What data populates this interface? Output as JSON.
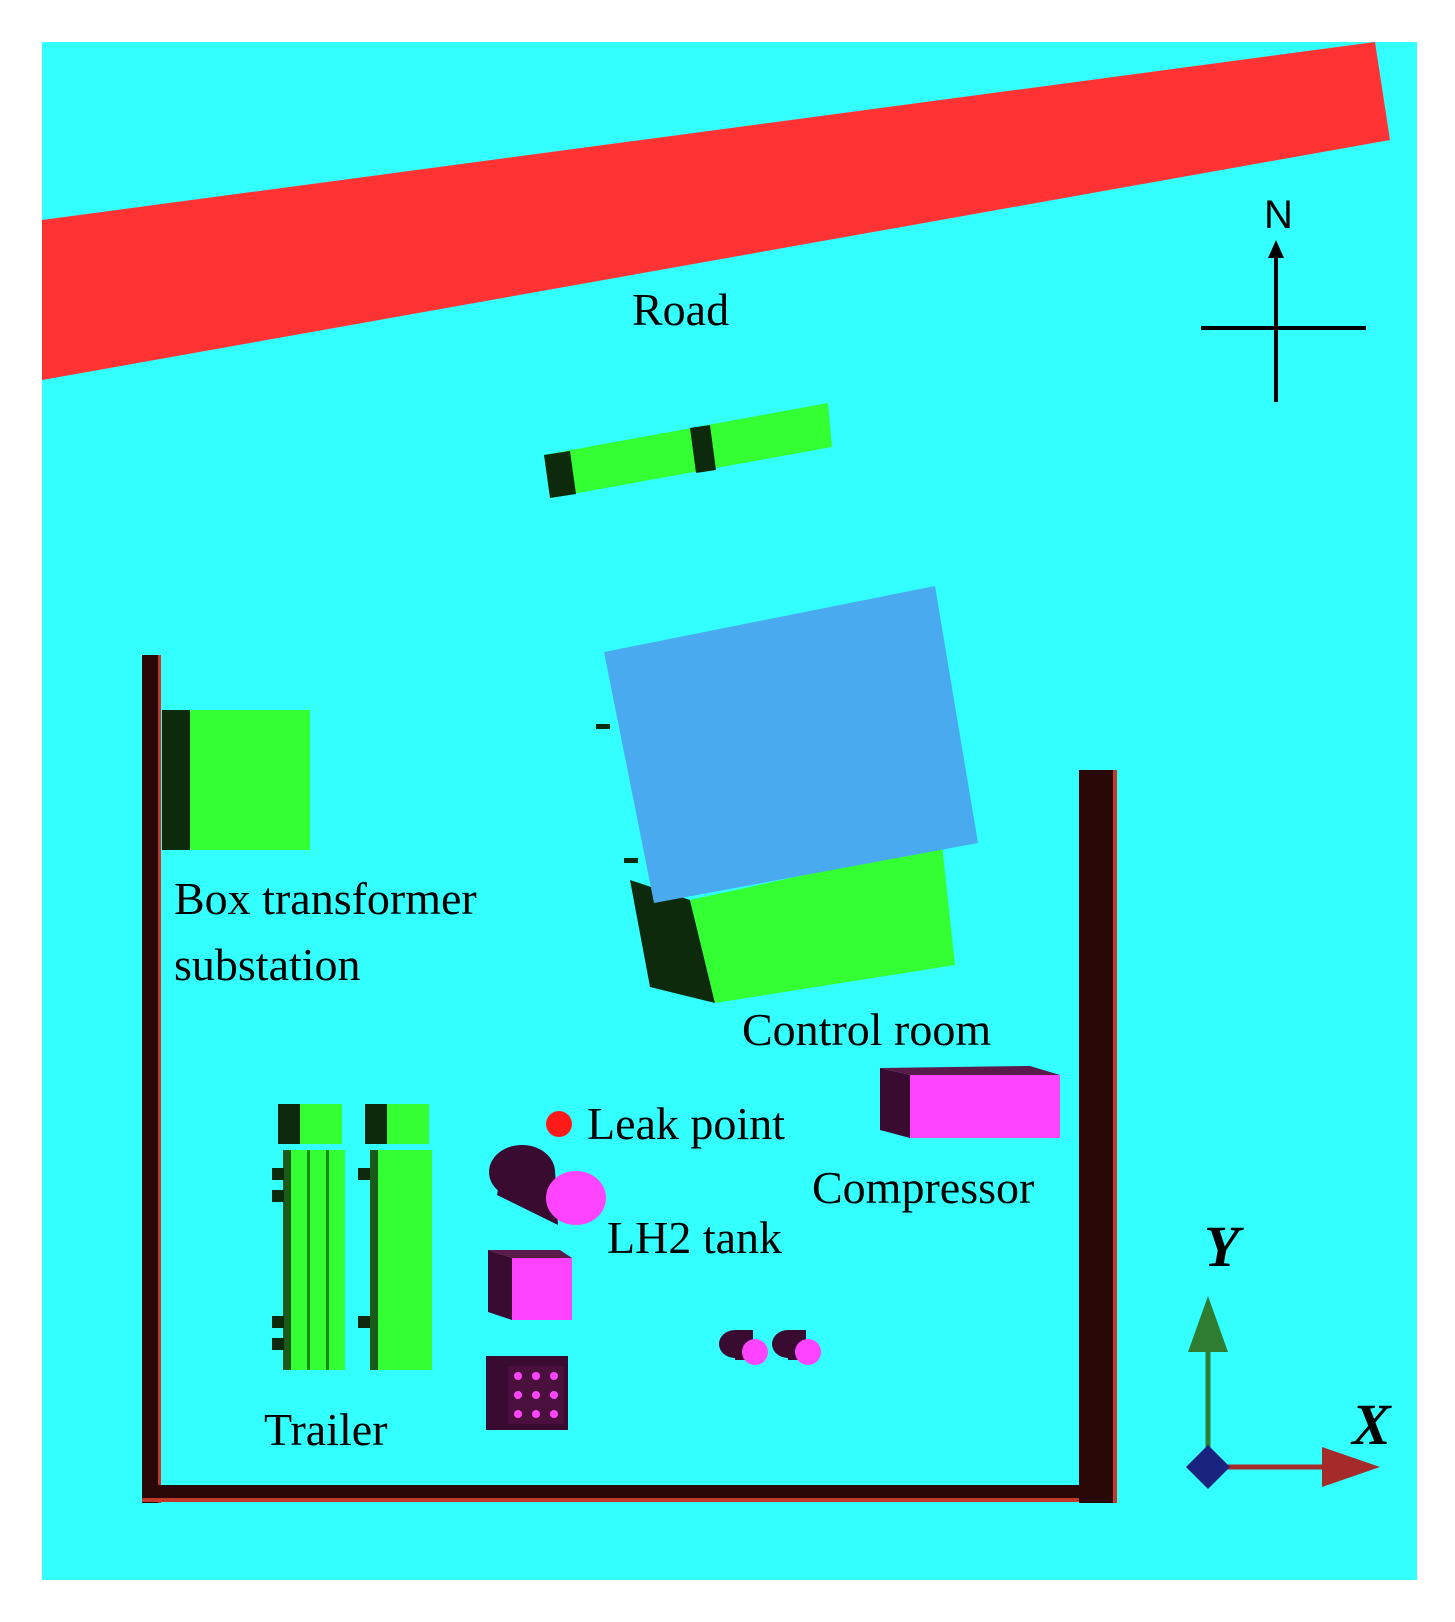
{
  "labels": {
    "road": "Road",
    "box_transformer": "Box transformer\nsubstation",
    "control_room": "Control room",
    "leak_point": "Leak point",
    "compressor": "Compressor",
    "lh2_tank": "LH2 tank",
    "trailer": "Trailer",
    "north": "N",
    "axis_y": "Y",
    "axis_x": "X"
  },
  "colors": {
    "ground": "#33ffff",
    "road": "#ff3333",
    "equipment_green": "#33ff33",
    "equipment_dark": "#0d2a0d",
    "control_roof": "#4aaaf0",
    "magenta": "#ff44ff",
    "magenta_dark": "#3a0b30",
    "wall": "#2a0808",
    "leak": "#ff1a1a",
    "axis_y": "#2e7d32",
    "axis_x": "#a52a2a",
    "axis_z": "#1a237e"
  }
}
